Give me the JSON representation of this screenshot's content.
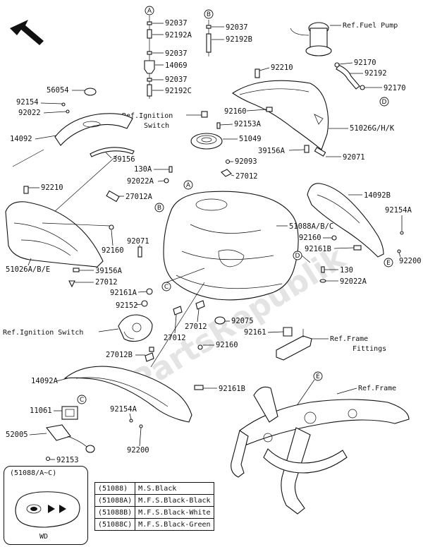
{
  "labels": {
    "p92037a": "92037",
    "p92192a": "92192A",
    "p92037b": "92037",
    "p14069": "14069",
    "p92037c": "92037",
    "p92192c": "92192C",
    "p92037d": "92037",
    "p92192b": "92192B",
    "p92210a": "92210",
    "p56054": "56054",
    "p92154": "92154",
    "p92022": "92022",
    "p14092": "14092",
    "p39156": "39156",
    "p92210b": "92210",
    "p27012a": "27012A",
    "p51026abe": "51026A/B/E",
    "p92160a": "92160",
    "p92071a": "92071",
    "p39156a": "39156A",
    "p27012b": "27012",
    "p92161a": "92161A",
    "p92152": "92152",
    "p92160b": "92160",
    "p92153a": "92153A",
    "p51049": "51049",
    "p92093": "92093",
    "p130a": "130A",
    "p92022a": "92022A",
    "p27012c": "27012",
    "p51026ghk": "51026G/H/K",
    "p39156a2": "39156A",
    "p92071b": "92071",
    "p92170a": "92170",
    "p92192": "92192",
    "p92170b": "92170",
    "p14092b": "14092B",
    "p92154a": "92154A",
    "p51088abc": "51088A/B/C",
    "p92160c": "92160",
    "p92161b": "92161B",
    "p92200a": "92200",
    "p130": "130",
    "p92022a2": "92022A",
    "p92075": "92075",
    "p92161": "92161",
    "p27012d": "27012",
    "p27012e": "27012",
    "p92160d": "92160",
    "p27012bb": "27012B",
    "p14092a": "14092A",
    "p92161b2": "92161B",
    "p11061": "11061",
    "p92154a2": "92154A",
    "p52005": "52005",
    "p92153": "92153",
    "p92200b": "92200"
  },
  "refs": {
    "fuel_pump": "Ref.Fuel Pump",
    "ignition_1": "Ref.Ignition",
    "ignition_2": "Switch",
    "ignition_switch": "Ref.Ignition Switch",
    "frame_fittings_1": "Ref.Frame",
    "frame_fittings_2": "Fittings",
    "frame": "Ref.Frame"
  },
  "circle_refs": {
    "A": "A",
    "B": "B",
    "C": "C",
    "D": "D",
    "E": "E"
  },
  "watermark": "PartsRepublik",
  "inset": {
    "title": "(51088/A~C)",
    "footer": "WD"
  },
  "legend": [
    {
      "code": "(51088)",
      "desc": "M.S.Black"
    },
    {
      "code": "(51088A)",
      "desc": "M.F.S.Black-Black"
    },
    {
      "code": "(51088B)",
      "desc": "M.F.S.Black-White"
    },
    {
      "code": "(51088C)",
      "desc": "M.F.S.Black-Green"
    }
  ]
}
